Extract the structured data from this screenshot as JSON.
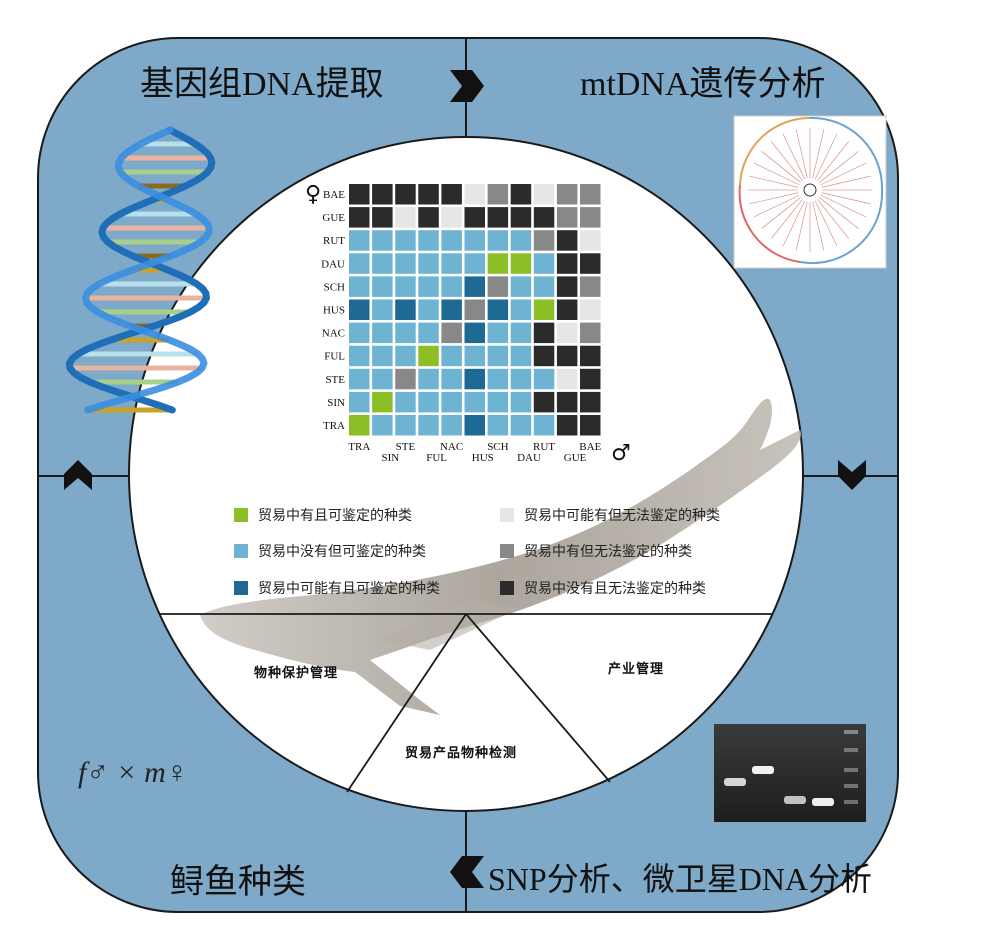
{
  "quadrants": {
    "top_left": "基因组DNA提取",
    "top_right": "mtDNA遗传分析",
    "bottom_left": "鲟鱼种类",
    "bottom_right": "SNP分析、微卫星DNA分析"
  },
  "formula": "f♂ × m♀",
  "matrix": {
    "female_symbol": "♀",
    "male_symbol": "♂",
    "row_labels": [
      "BAE",
      "GUE",
      "RUT",
      "DAU",
      "SCH",
      "HUS",
      "NAC",
      "FUL",
      "STE",
      "SIN",
      "TRA"
    ],
    "col_labels": [
      "TRA",
      "SIN",
      "STE",
      "FUL",
      "NAC",
      "HUS",
      "SCH",
      "DAU",
      "RUT",
      "GUE",
      "BAE"
    ],
    "colors": {
      "G": "#8cbf26",
      "L": "#6fb3d2",
      "D": "#1f6a94",
      "W": "#e6e6e6",
      "M": "#888888",
      "K": "#2b2b2b"
    },
    "cells": [
      "KKKKKWMKWMM",
      "KKWKWKKKKMM",
      "LLLLLLLLMKW",
      "LLLLLLGGLKK",
      "LLLLLDMLLKM",
      "DLDLDMDLGKW",
      "LLLLMDLLKWM",
      "LLLGLLLLKKK",
      "LLMLLDLLLWK",
      "LGLLLLLLKKK",
      "GLLLLDLLLKK"
    ]
  },
  "legend": [
    {
      "key": "G",
      "label": "贸易中有且可鉴定的种类"
    },
    {
      "key": "L",
      "label": "贸易中没有但可鉴定的种类"
    },
    {
      "key": "D",
      "label": "贸易中可能有且可鉴定的种类"
    },
    {
      "key": "W",
      "label": "贸易中可能有但无法鉴定的种类"
    },
    {
      "key": "M",
      "label": "贸易中有但无法鉴定的种类"
    },
    {
      "key": "K",
      "label": "贸易中没有且无法鉴定的种类"
    }
  ],
  "sectors": {
    "left": "物种保护管理",
    "right": "产业管理",
    "bottom": "贸易产品物种检测"
  }
}
